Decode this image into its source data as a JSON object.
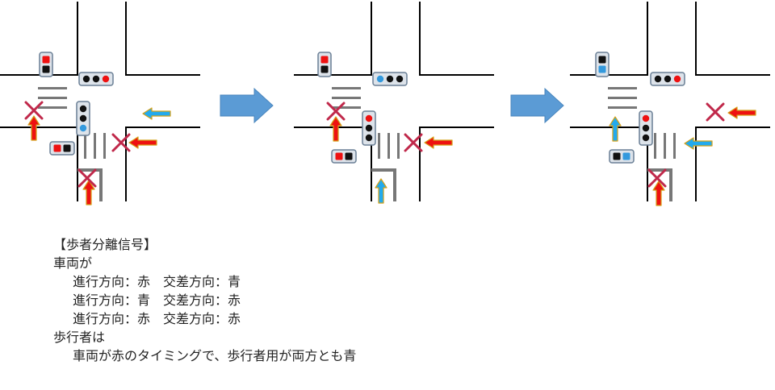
{
  "colors": {
    "red": "#ee1111",
    "blue": "#3399dd",
    "arrow_blue": "#22aaee",
    "arrow_red": "#ee1111",
    "arrow_outline": "#d4a017",
    "cross": "#c0284a",
    "crosswalk": "#777777",
    "big_arrow": "#5b9bd5",
    "signal_body": "#dde3ea",
    "signal_border": "#6a7f95"
  },
  "panels": [
    {
      "id": "phase-1",
      "signals": [
        {
          "orientation": "vertical",
          "lamps": [
            "red",
            "black"
          ]
        },
        {
          "orientation": "horizontal",
          "lamps": [
            "black",
            "black",
            "red"
          ]
        },
        {
          "orientation": "vertical",
          "lamps": [
            "black",
            "black",
            "blue"
          ]
        },
        {
          "orientation": "horizontal",
          "lamps": [
            "red",
            "black"
          ]
        }
      ],
      "arrows": [
        {
          "dir": "left",
          "color": "blue"
        },
        {
          "dir": "up",
          "color": "red"
        },
        {
          "dir": "left",
          "color": "red"
        },
        {
          "dir": "up",
          "color": "red"
        }
      ],
      "crosses": 3
    },
    {
      "id": "phase-2",
      "signals": [
        {
          "orientation": "vertical",
          "lamps": [
            "red",
            "black"
          ]
        },
        {
          "orientation": "horizontal",
          "lamps": [
            "blue",
            "black",
            "black"
          ]
        },
        {
          "orientation": "vertical",
          "lamps": [
            "red",
            "black",
            "black"
          ]
        },
        {
          "orientation": "horizontal",
          "lamps": [
            "red",
            "black"
          ]
        }
      ],
      "arrows": [
        {
          "dir": "up",
          "color": "red"
        },
        {
          "dir": "left",
          "color": "red"
        },
        {
          "dir": "up",
          "color": "blue"
        }
      ],
      "crosses": 2
    },
    {
      "id": "phase-3",
      "signals": [
        {
          "orientation": "vertical",
          "lamps": [
            "black",
            "blue"
          ]
        },
        {
          "orientation": "horizontal",
          "lamps": [
            "black",
            "black",
            "red"
          ]
        },
        {
          "orientation": "vertical",
          "lamps": [
            "red",
            "black",
            "black"
          ]
        },
        {
          "orientation": "horizontal",
          "lamps": [
            "black",
            "blue"
          ]
        }
      ],
      "arrows": [
        {
          "dir": "left",
          "color": "red"
        },
        {
          "dir": "up",
          "color": "blue"
        },
        {
          "dir": "left",
          "color": "blue"
        },
        {
          "dir": "up",
          "color": "red"
        }
      ],
      "crosses": 2
    }
  ],
  "caption": {
    "title": "【歩者分離信号】",
    "vehicle_heading": "車両が",
    "vehicle_lines": [
      "進行方向：赤　交差方向：青",
      "進行方向：青　交差方向：赤",
      "進行方向：赤　交差方向：赤"
    ],
    "pedestrian_heading": "歩行者は",
    "pedestrian_line": "車両が赤のタイミングで、歩行者用が両方とも青"
  }
}
